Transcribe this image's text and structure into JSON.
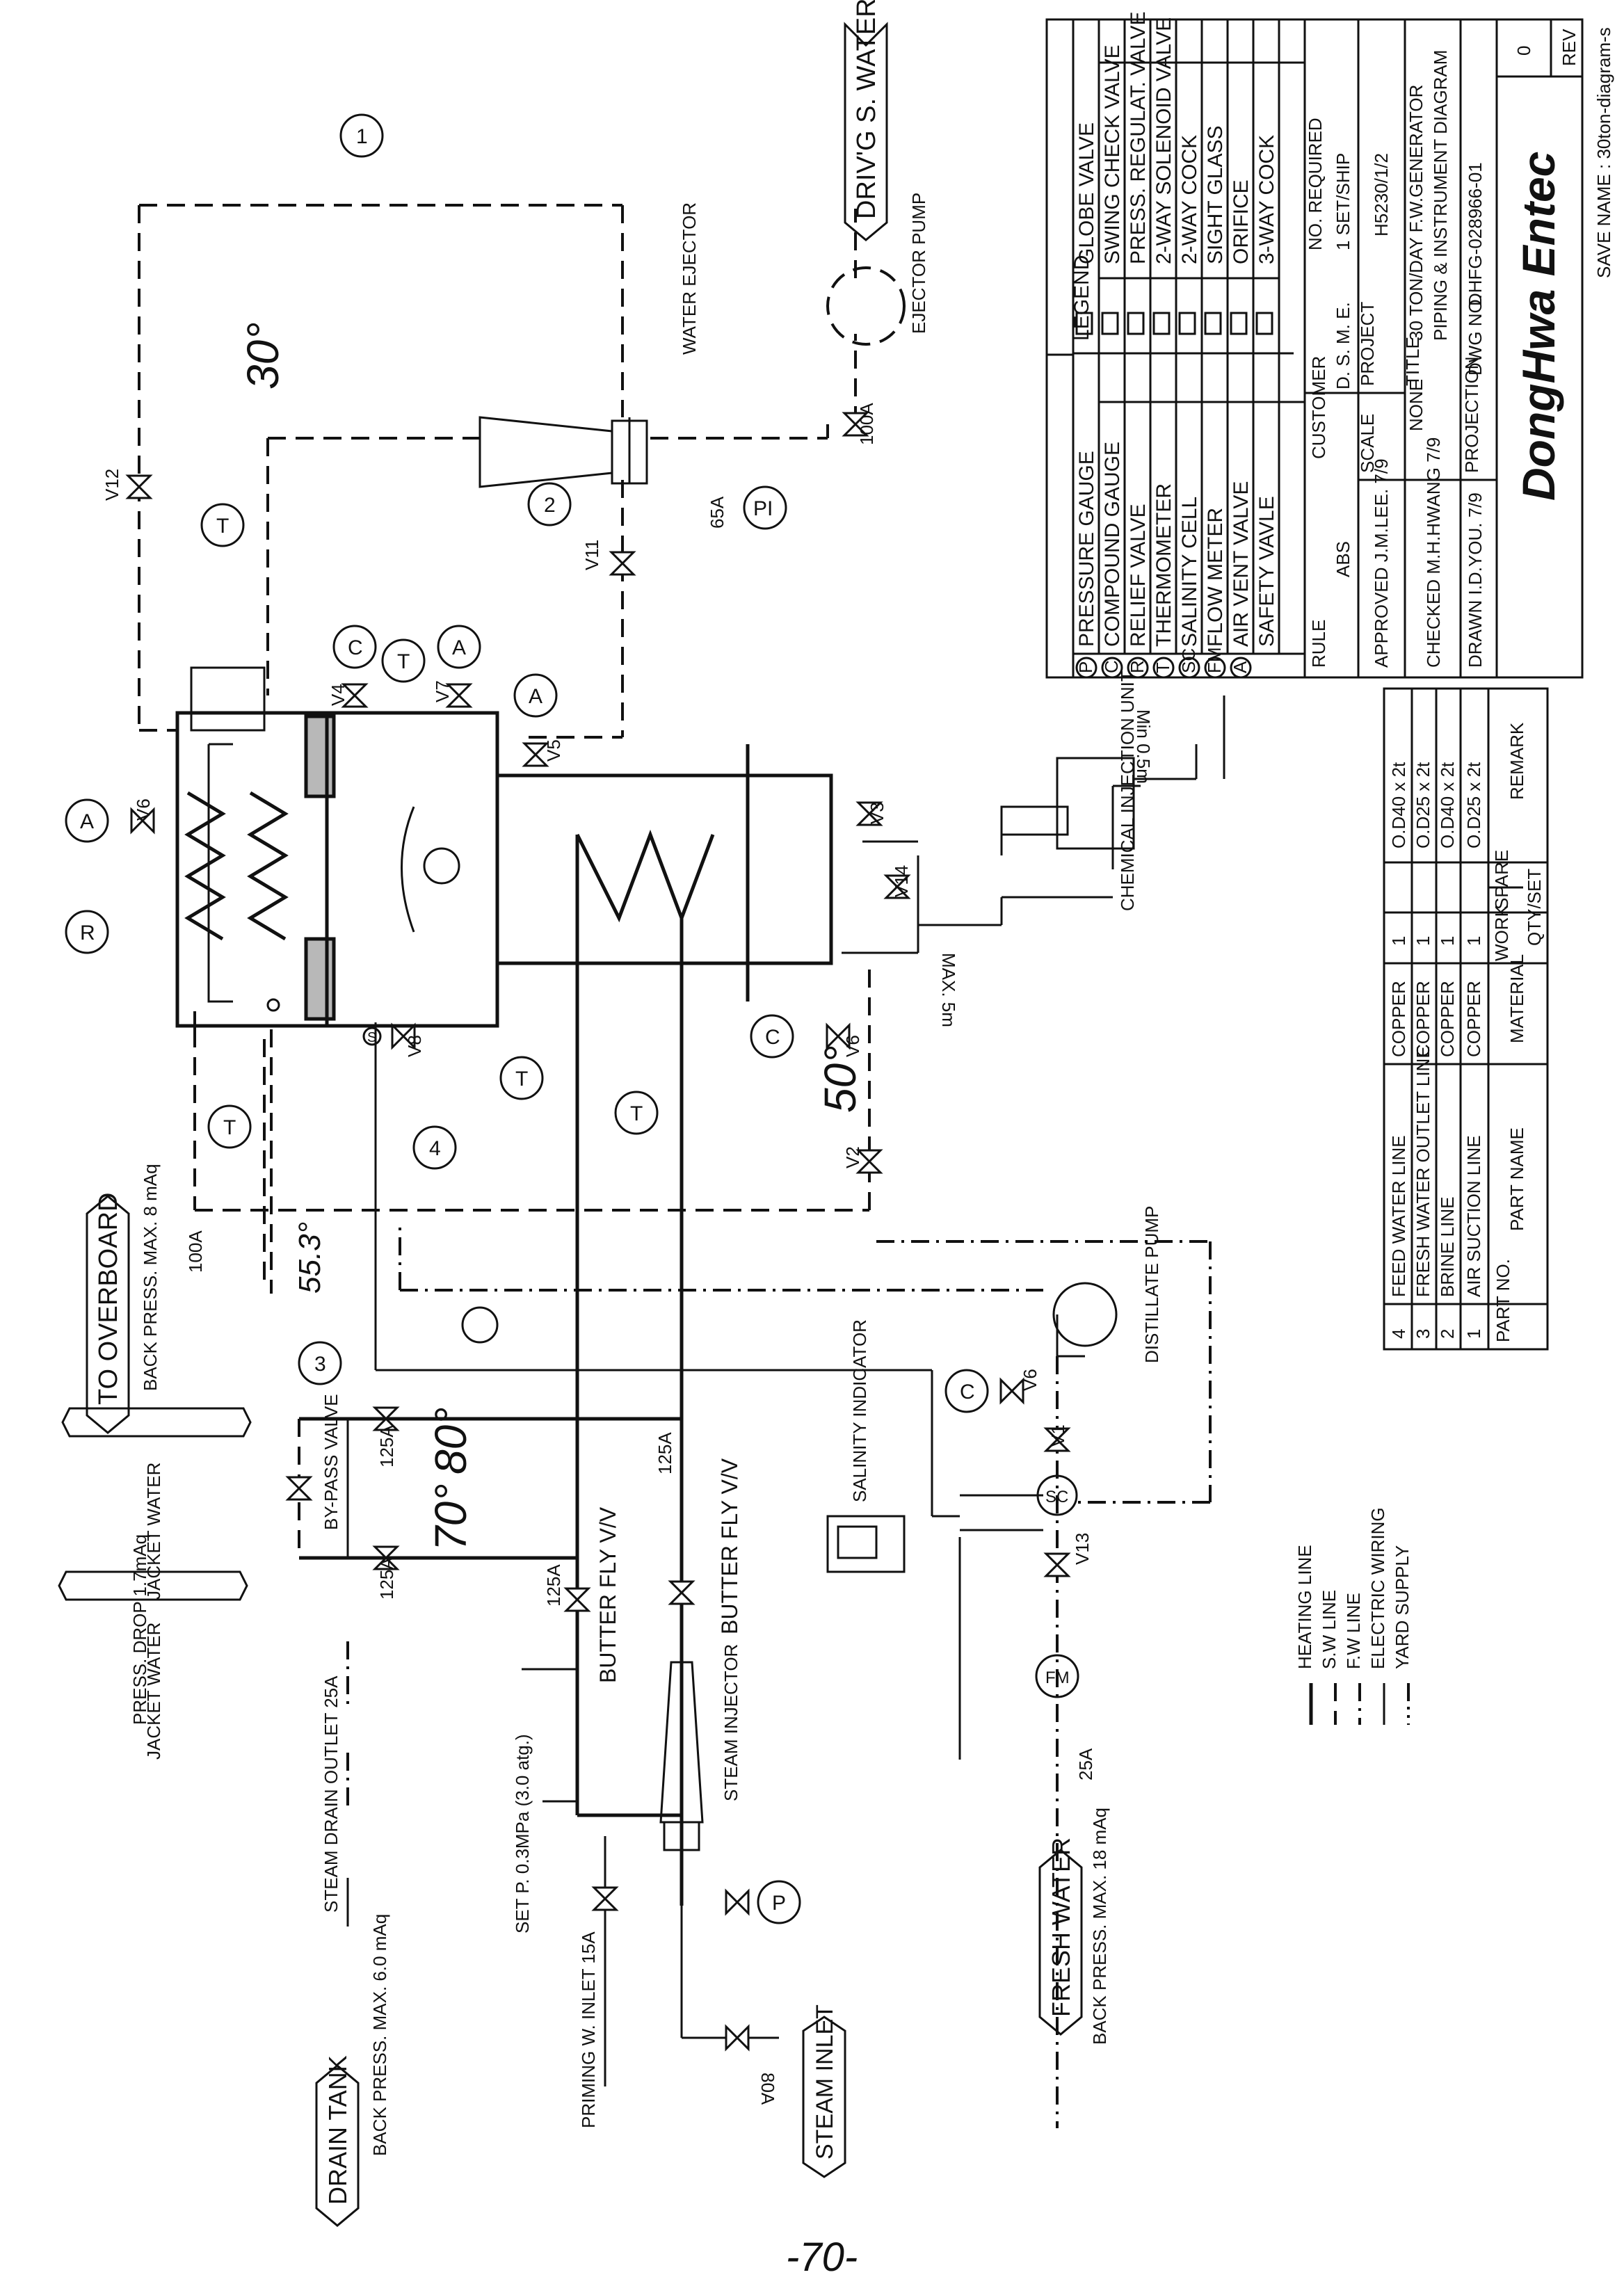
{
  "legend": {
    "title": "LEGEND",
    "left": [
      {
        "sym": "P",
        "label": "PRESSURE GAUGE"
      },
      {
        "sym": "C",
        "label": "COMPOUND GAUGE"
      },
      {
        "sym": "R",
        "label": "RELIEF VALVE"
      },
      {
        "sym": "T",
        "label": "THERMOMETER"
      },
      {
        "sym": "SC",
        "label": "SALINITY CELL"
      },
      {
        "sym": "FM",
        "label": "FLOW METER"
      },
      {
        "sym": "A",
        "label": "AIR VENT VALVE"
      },
      {
        "sym": "",
        "label": "SAFETY VAVLE"
      }
    ],
    "right": [
      {
        "label": "GLOBE VALVE"
      },
      {
        "label": "SWING CHECK VALVE"
      },
      {
        "label": "PRESS. REGULAT. VALVE"
      },
      {
        "label": "2-WAY SOLENOID VALVE"
      },
      {
        "label": "2-WAY COCK"
      },
      {
        "label": "SIGHT GLASS"
      },
      {
        "label": "ORIFICE"
      },
      {
        "label": "3-WAY COCK"
      }
    ]
  },
  "titleblock": {
    "rule_label": "RULE",
    "rule_value": "ABS",
    "customer_label": "CUSTOMER",
    "customer_value": "D. S. M. E.",
    "no_required_label": "NO. REQUIRED",
    "no_required_value": "1 SET/SHIP",
    "approved": "APPROVED   J.M.LEE.   7/9",
    "checked": "CHECKED   M.H.HWANG   7/9",
    "drawn": "DRAWN   I.D.YOU.   7/9",
    "scale_label": "SCALE",
    "scale_value": "NONE",
    "projection_label": "PROJECTION",
    "project_label": "PROJECT",
    "project_value": "H5230/1/2",
    "title_label": "TITLE",
    "title_line1": "30 TON/DAY F.W.GENERATOR",
    "title_line2": "PIPING & INSTRUMENT DIAGRAM",
    "dwg_label": "DWG NO.",
    "dwg_value": "DHFG-028966-01",
    "rev_value": "0",
    "rev_label": "REV",
    "company": "DongHwa Entec",
    "save_name": "SAVE NAME : 30ton-diagram-s"
  },
  "parts": {
    "rows": [
      {
        "no": "4",
        "name": "FEED WATER LINE",
        "material": "COPPER",
        "qty": "1",
        "remark": "O.D40 x 2t"
      },
      {
        "no": "3",
        "name": "FRESH WATER OUTLET LINE",
        "material": "COPPER",
        "qty": "1",
        "remark": "O.D25 x 2t"
      },
      {
        "no": "2",
        "name": "BRINE LINE",
        "material": "COPPER",
        "qty": "1",
        "remark": "O.D40 x 2t"
      },
      {
        "no": "1",
        "name": "AIR SUCTION LINE",
        "material": "COPPER",
        "qty": "1",
        "remark": "O.D25 x 2t"
      }
    ],
    "header": {
      "no": "PART NO.",
      "name": "PART NAME",
      "material": "MATERIAL",
      "work": "WORK",
      "spare": "SPARE",
      "qty": "QTY/SET",
      "remark": "REMARK"
    }
  },
  "line_legend": {
    "heating": "HEATING LINE",
    "sw": "S.W LINE",
    "fw": "F.W LINE",
    "electric": "ELECTRIC WIRING",
    "yard": "YARD SUPPLY"
  },
  "labels": {
    "drivg": "DRIV'G S. WATER",
    "ejector_pump": "EJECTOR PUMP",
    "water_ejector": "WATER EJECTOR",
    "to_overboard": "TO OVERBOARD",
    "overboard_press": "BACK PRESS. MAX. 8 mAq",
    "jacket_water": "JACKET WATER",
    "press_drop": "PRESS. DROP 1.7mAq",
    "bypass": "BY-PASS VALVE",
    "butter1": "BUTTER FLY V/V",
    "butter2": "BUTTER FLY V/V",
    "steam_injector": "STEAM INJECTOR",
    "steam_inlet": "STEAM INLET",
    "drain_tank": "DRAIN TANK",
    "drain_press": "BACK PRESS. MAX. 6.0 mAq",
    "steam_drain": "STEAM DRAIN OUTLET 25A",
    "set_p": "SET P. 0.3MPa (3.0 atg.)",
    "priming": "PRIMING W. INLET 15A",
    "fresh_water": "FRESH WATER",
    "fresh_press": "BACK PRESS. MAX. 18 mAq",
    "salinity_indicator": "SALINITY INDICATOR",
    "distillate_pump": "DISTILLATE PUMP",
    "chemical": "CHEMICAL INJECTION UNIT",
    "max5m": "MAX. 5m",
    "min05m": "Min 0.5m",
    "s100a_1": "100A",
    "s100a_2": "100A",
    "s65a": "65A",
    "s125a_1": "125A",
    "s125a_2": "125A",
    "s125a_3": "125A",
    "s125a_4": "125A",
    "s25a": "25A",
    "s80a": "80A",
    "page": "-70-",
    "hw_30": "30°",
    "hw_50": "50°",
    "hw_553": "55.3°",
    "hw_70": "70°",
    "hw_80": "80°"
  },
  "valves": {
    "v1": "V1",
    "v2": "V2",
    "v3": "V3",
    "v4": "V4",
    "v5": "V5",
    "v6a": "V6",
    "v6b": "V6",
    "v6c": "V6",
    "v7": "V7",
    "v8": "V8",
    "v11": "V11",
    "v12": "V12",
    "v13": "V13",
    "v14": "V14"
  },
  "instruments": {
    "p": "P",
    "pi": "PI",
    "c": "C",
    "t": "T",
    "a": "A",
    "r": "R",
    "s": "S",
    "sc": "SC",
    "fm": "FM"
  },
  "lines": {
    "l1": "1",
    "l2": "2",
    "l3": "3",
    "l4": "4"
  }
}
